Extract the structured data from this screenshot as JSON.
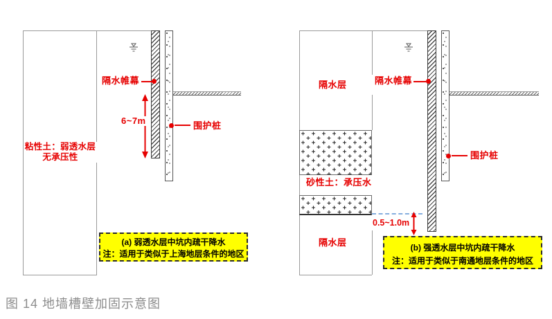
{
  "caption": {
    "text": "图 14 地墙槽壁加固示意图"
  },
  "colors": {
    "accent_red": "#e60000",
    "highlight_yellow": "#ffff00",
    "caption_gray": "#8c8c8c",
    "waterline_blue": "#85aede",
    "line_gray": "#9a9a9a"
  },
  "left": {
    "labels": {
      "curtain": "隔水帷幕",
      "dim": "6~7m",
      "pile": "围护桩",
      "soil_line1": "粘性土：弱透水层",
      "soil_line2": "无承压性"
    },
    "note": {
      "title": "(a) 弱透水层中坑内疏干降水",
      "note": "注：适用于类似于上海地层条件的地区"
    }
  },
  "right": {
    "labels": {
      "aquitard_top": "隔水层",
      "curtain": "隔水帷幕",
      "sand": "砂性土：承压水",
      "aquitard_bottom": "隔水层",
      "dim": "0.5~1.0m",
      "pile": "围护桩"
    },
    "note": {
      "title": "(b) 强透水层中坑内疏干降水",
      "note": "注：适用于类似于南通地层条件的地区"
    }
  }
}
